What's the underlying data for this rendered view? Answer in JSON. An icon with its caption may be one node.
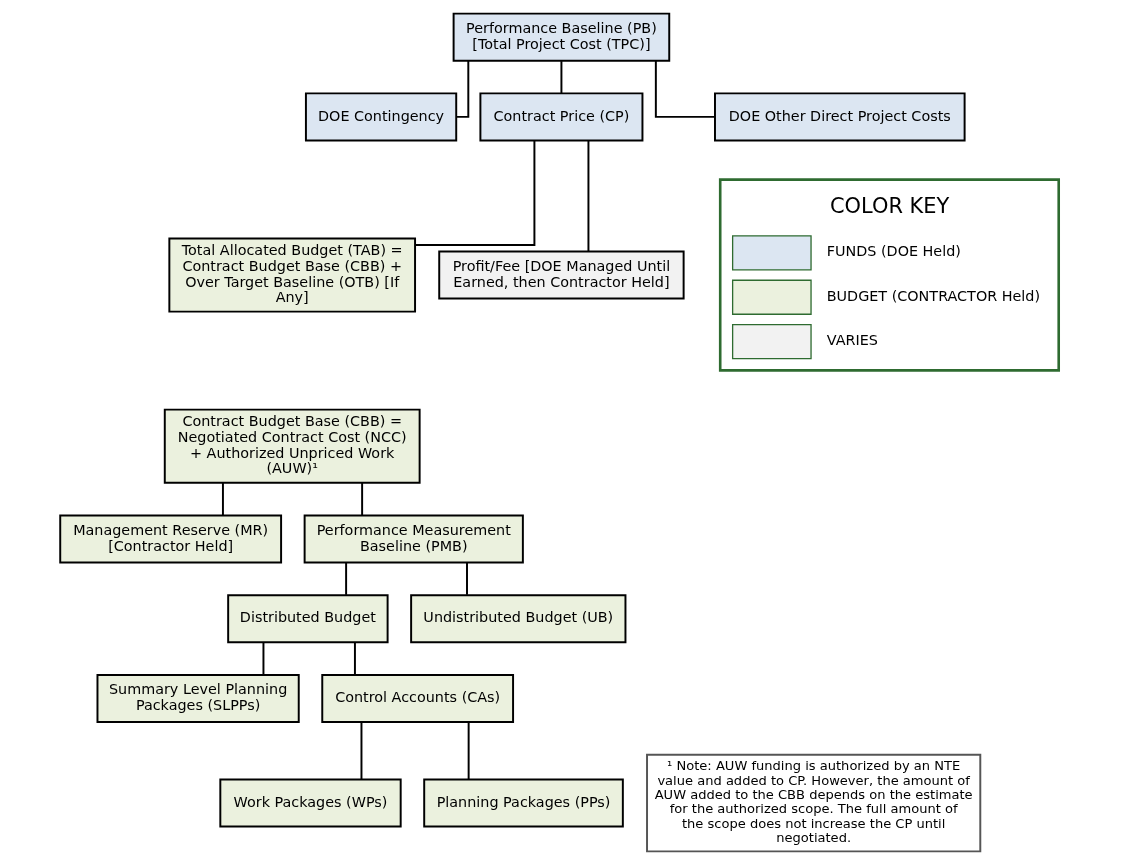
{
  "diagram": {
    "nodes": [
      {
        "text": [
          "Performance Baseline (PB) [Total Project Cost (TPC)]"
        ]
      },
      {
        "text": [
          "DOE Contingency"
        ]
      },
      {
        "text": [
          "Contract Price (CP)"
        ]
      },
      {
        "text": [
          "DOE Other Direct Project Costs"
        ]
      },
      {
        "text": [
          "Total Allocated Budget (TAB) = Contract Budget Base (CBB) + Over Target Baseline (OTB) [If Any]"
        ]
      },
      {
        "text": [
          "Profit/Fee [DOE Managed Until Earned, then Contractor Held]"
        ]
      },
      {
        "text": [
          "Contract Budget Base (CBB) = Negotiated Contract Cost (NCC) + Authorized Unpriced Work (AUW)¹"
        ]
      },
      {
        "text": [
          "Management Reserve (MR) [Contractor Held]"
        ]
      },
      {
        "text": [
          "Performance Measurement Baseline (PMB)"
        ]
      },
      {
        "text": [
          "Distributed Budget"
        ]
      },
      {
        "text": [
          "Undistributed Budget (UB)"
        ]
      },
      {
        "text": [
          "Summary Level Planning Packages (SLPPs)"
        ]
      },
      {
        "text": [
          "Control Accounts (CAs)"
        ]
      },
      {
        "text": [
          "Work Packages (WPs)"
        ]
      },
      {
        "text": [
          "Planning Packages (PPs)"
        ]
      },
      {
        "text": [
          "¹ Note: AUW funding is authorized by an NTE value and added to CP. However, the amount of AUW added to the CBB depends on the estimate for the authorized scope. The full amount of the scope does not increase the CP until negotiated."
        ]
      }
    ],
    "edges": [
      {
        "from": 0,
        "to": 1,
        "arrow": "none"
      },
      {
        "from": 0,
        "to": 2,
        "arrow": "none"
      },
      {
        "from": 0,
        "to": 3,
        "arrow": "none"
      },
      {
        "from": 2,
        "to": 4,
        "arrow": "none"
      },
      {
        "from": 2,
        "to": 5,
        "arrow": "none"
      },
      {
        "from": 6,
        "to": 7,
        "arrow": "none"
      },
      {
        "from": 6,
        "to": 8,
        "arrow": "none"
      },
      {
        "from": 8,
        "to": 9,
        "arrow": "none"
      },
      {
        "from": 8,
        "to": 10,
        "arrow": "none"
      },
      {
        "from": 9,
        "to": 11,
        "arrow": "none"
      },
      {
        "from": 9,
        "to": 12,
        "arrow": "none"
      },
      {
        "from": 12,
        "to": 13,
        "arrow": "none"
      },
      {
        "from": 12,
        "to": 14,
        "arrow": "none"
      }
    ],
    "labels": [
      "COLOR KEY"
    ],
    "legend": [
      {
        "text": "FUNDS (DOE Held)",
        "color": "#dce6f2"
      },
      {
        "text": "BUDGET (CONTRACTOR Held)",
        "color": "#ebf1de"
      },
      {
        "text": "VARIES",
        "color": "#f2f2f2"
      }
    ]
  }
}
